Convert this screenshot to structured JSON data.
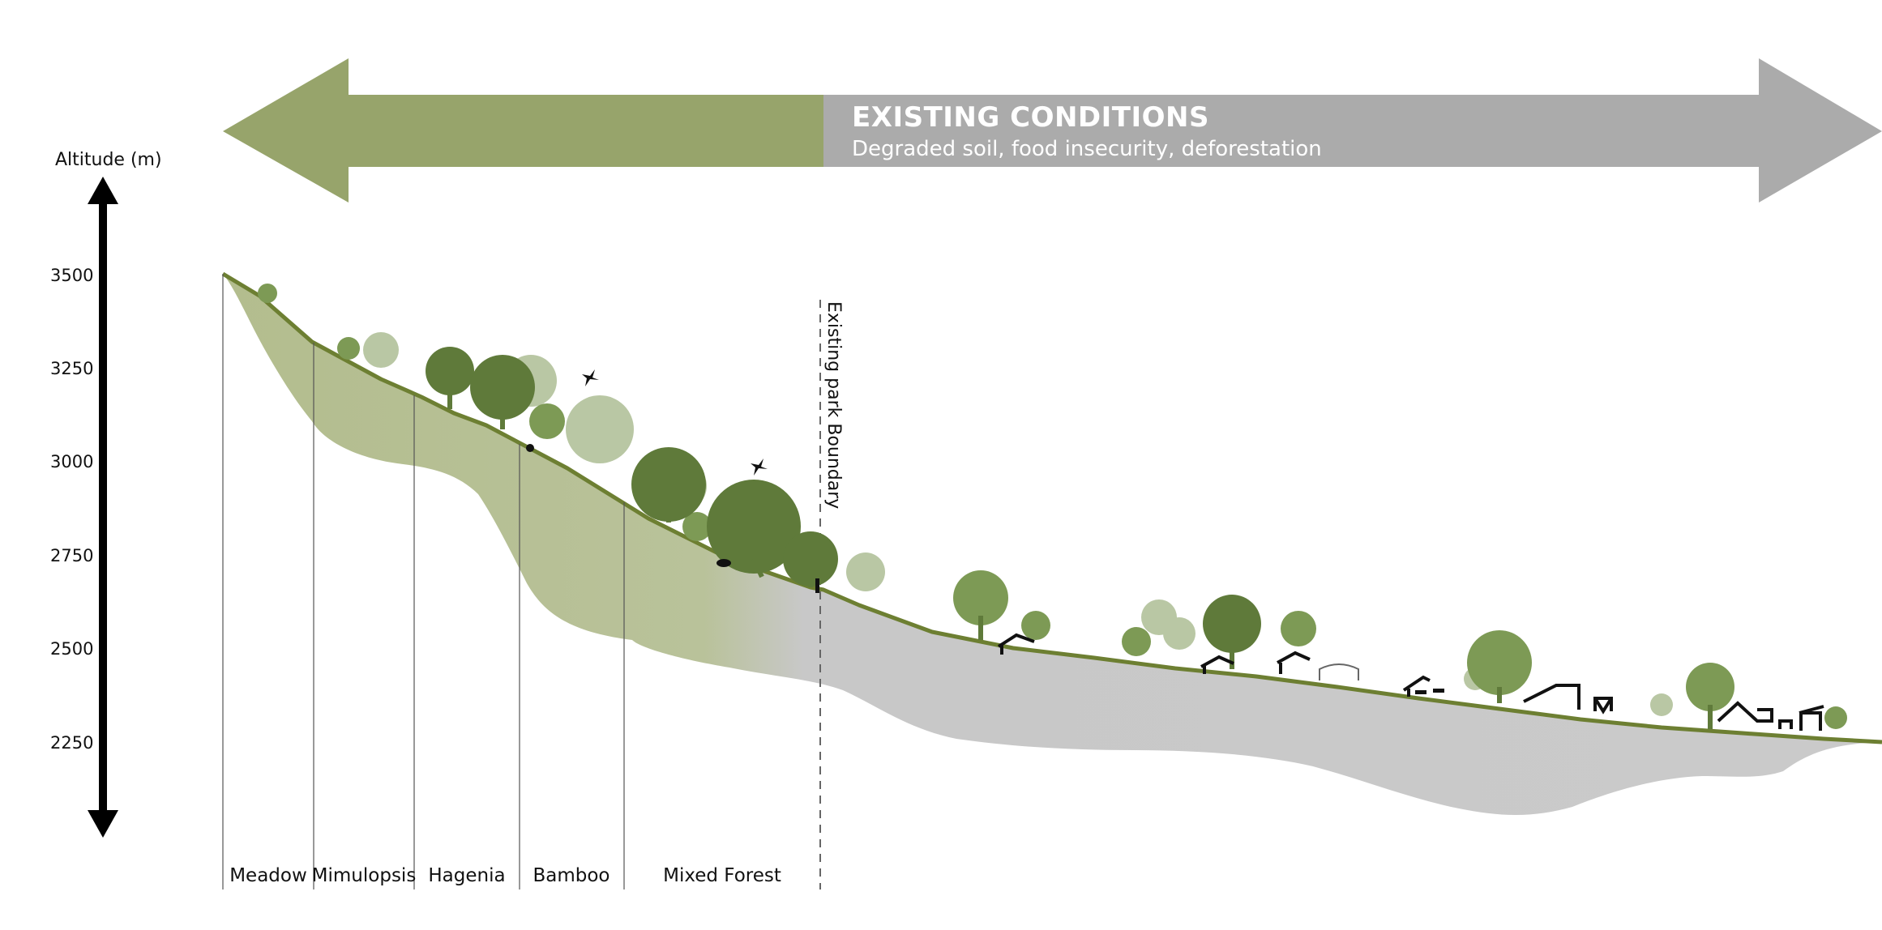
{
  "banner": {
    "title": "EXISTING CONDITIONS",
    "subtitle": "Degraded soil, food insecurity, deforestation"
  },
  "altitude_axis": {
    "label": "Altitude (m)",
    "ticks": [
      "3500",
      "3250",
      "3000",
      "2750",
      "2500",
      "2250"
    ]
  },
  "zones": [
    "Meadow",
    "Mimulopsis",
    "Hagenia",
    "Bamboo",
    "Mixed Forest"
  ],
  "boundary_label": "Existing park Boundary",
  "colors": {
    "green_arrow": "#97a46b",
    "gray_arrow": "#ababab",
    "green_fill": "#b5bf92",
    "gray_fill": "#c8c8c8",
    "ground_line": "#6d7f32",
    "tree_dark": "#5f7a3a",
    "tree_mid": "#7d9a55",
    "tree_light": "#b9c7a4"
  }
}
